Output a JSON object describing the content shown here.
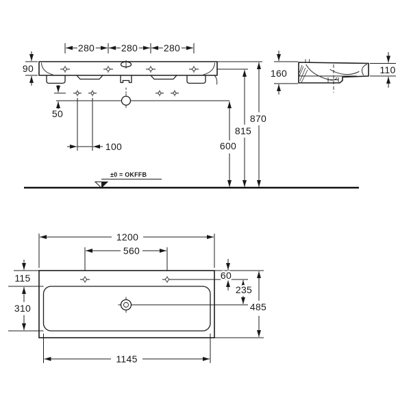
{
  "front_view": {
    "hole_spacings": [
      "280",
      "280",
      "280"
    ],
    "rim_height": "90",
    "fixing_to_center": "50",
    "fixing_spacing": "100"
  },
  "install_heights": {
    "rim": "870",
    "underside": "815",
    "drain": "600"
  },
  "side_view": {
    "back_height": "160",
    "front_edge_height": "110"
  },
  "plan_view": {
    "overall_width": "1200",
    "tap_hole_spacing": "560",
    "front_rim_depth": "115",
    "bowl_depth": "310",
    "tap_hole_offset": "60",
    "drain_offset": "235",
    "overall_depth": "485",
    "bowl_width": "1145"
  },
  "floor": {
    "level_label": "±0 = OKFFB"
  }
}
